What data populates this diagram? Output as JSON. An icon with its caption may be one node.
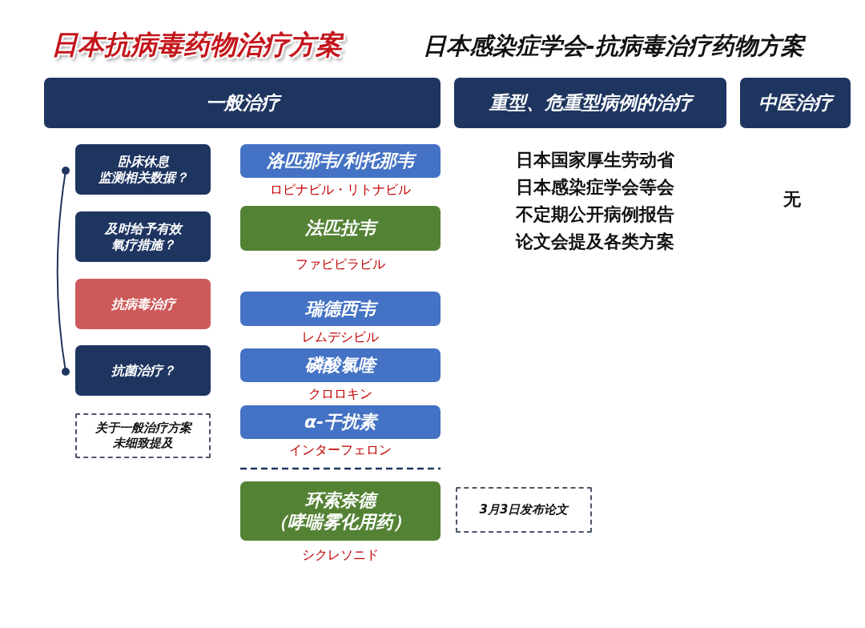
{
  "diagram": {
    "title": "日本抗病毒药物治疗方案",
    "nodes": [
      {
        "text": [
          "一般治疗"
        ]
      },
      {
        "text": [
          "重型、危重型病例的治疗"
        ]
      },
      {
        "text": [
          "中医治疗"
        ]
      },
      {
        "text": [
          "卧床休息",
          "监测相关数据？"
        ]
      },
      {
        "text": [
          "及时给予有效氧疗措施？"
        ]
      },
      {
        "text": [
          "抗病毒治疗"
        ]
      },
      {
        "text": [
          "抗菌治疗？"
        ]
      },
      {
        "text": [
          "关于一般治疗方案未细致提及"
        ]
      },
      {
        "text": [
          "洛匹那韦/利托那韦"
        ],
        "beside": [
          "ロピナビル・リトナビル"
        ]
      },
      {
        "text": [
          "法匹拉韦"
        ],
        "beside": [
          "ファビピラビル"
        ]
      },
      {
        "text": [
          "瑞德西韦"
        ],
        "beside": [
          "レムデシビル"
        ]
      },
      {
        "text": [
          "磷酸氯喹"
        ],
        "beside": [
          "クロロキン"
        ]
      },
      {
        "text": [
          "α-干扰素"
        ],
        "beside": [
          "インターフェロン"
        ]
      },
      {
        "text": [
          "环索奈德",
          "（哮喘雾化用药）"
        ],
        "beside": [
          "シクレソニド"
        ]
      },
      {
        "text": [
          "3月3日发布论文"
        ]
      }
    ],
    "labels": [
      "日本感染症学会-抗病毒治疗药物方案",
      "日本国家厚生劳动省日本感染症学会等会不定期公开病例报告论文会提及各类方案",
      "无"
    ]
  }
}
